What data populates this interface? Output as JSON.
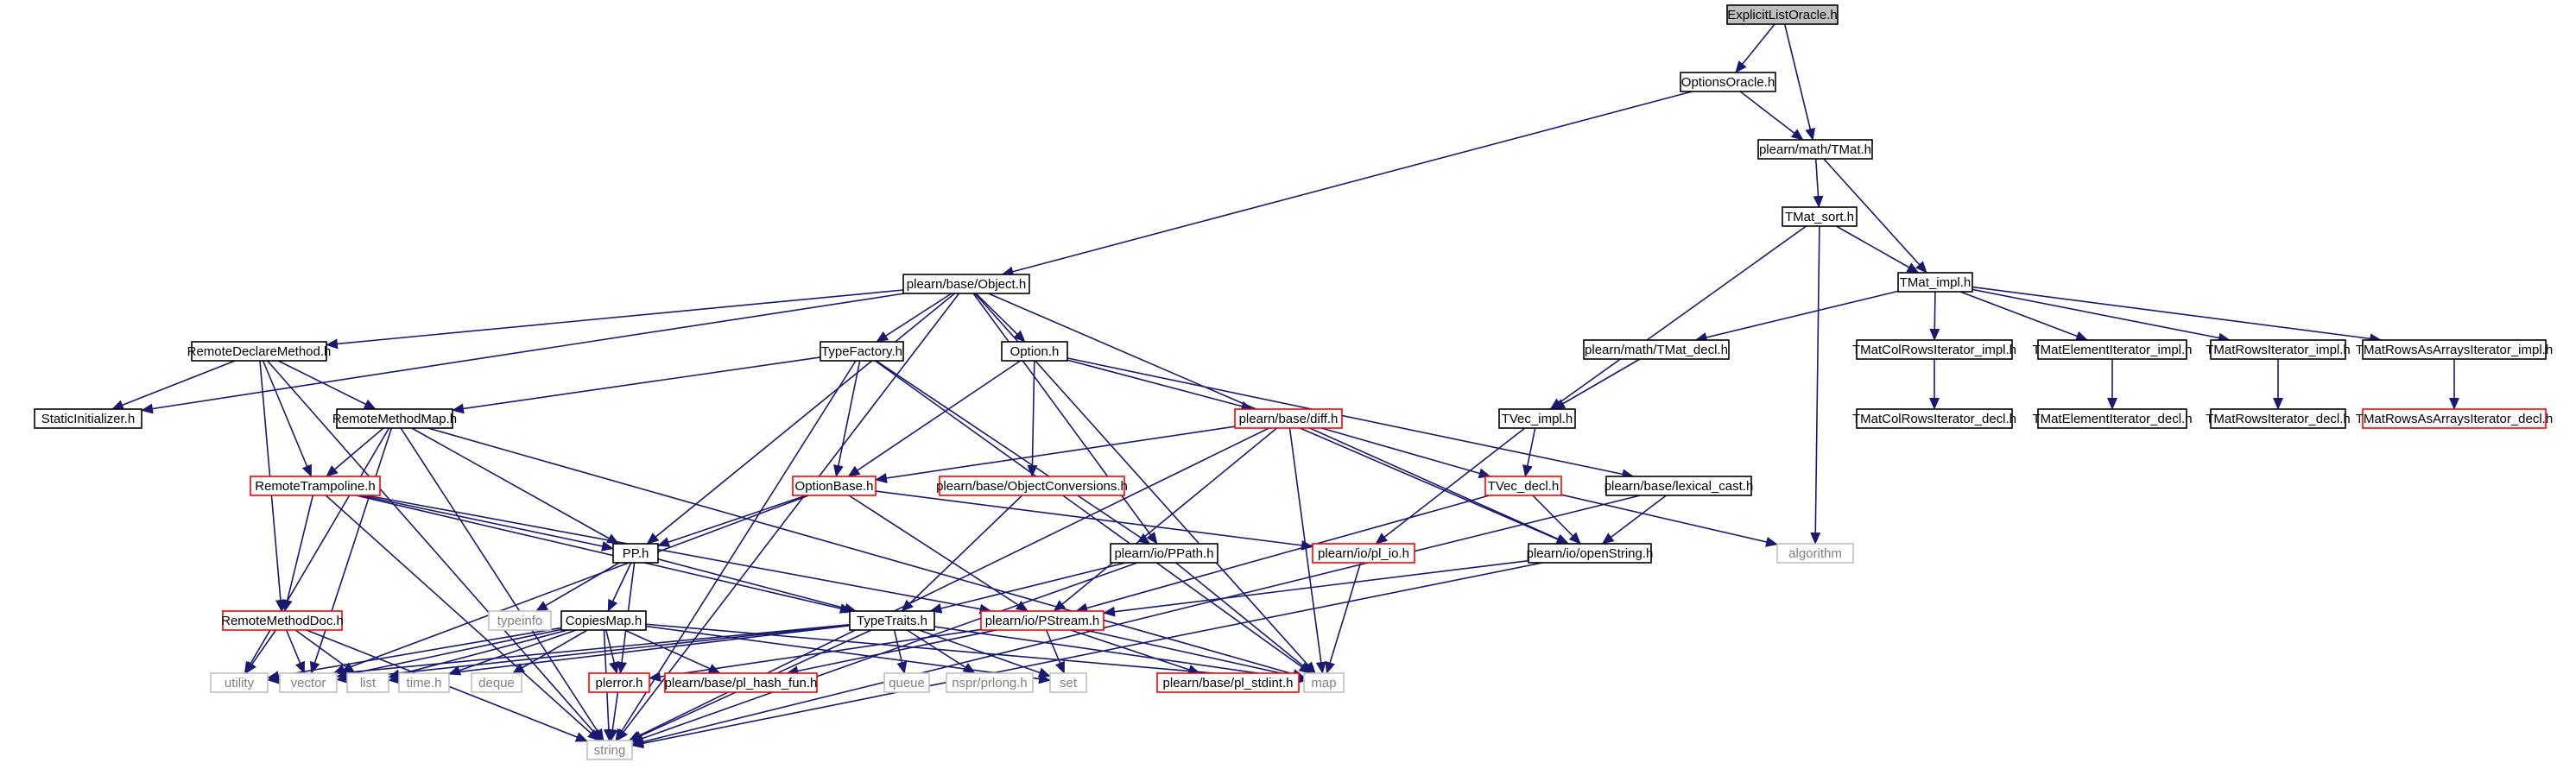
{
  "diagram": {
    "type": "include-dependency-graph",
    "colors": {
      "root_fill": "#bfbfbf",
      "normal_border": "#000000",
      "truncated_border": "#ff0000",
      "external_border": "#bfbfbf",
      "edge": "#191970",
      "text": "#000000",
      "external_text": "#808080"
    },
    "nodes": [
      {
        "id": "explicit",
        "label": "ExplicitListOracle.h",
        "kind": "root"
      },
      {
        "id": "optionsoracle",
        "label": "OptionsOracle.h",
        "kind": "normal"
      },
      {
        "id": "tmat",
        "label": "plearn/math/TMat.h",
        "kind": "normal"
      },
      {
        "id": "tmatsort",
        "label": "TMat_sort.h",
        "kind": "normal"
      },
      {
        "id": "tmatimpl",
        "label": "TMat_impl.h",
        "kind": "normal"
      },
      {
        "id": "object",
        "label": "plearn/base/Object.h",
        "kind": "normal"
      },
      {
        "id": "remotedeclare",
        "label": "RemoteDeclareMethod.h",
        "kind": "normal"
      },
      {
        "id": "typefactory",
        "label": "TypeFactory.h",
        "kind": "normal"
      },
      {
        "id": "option",
        "label": "Option.h",
        "kind": "normal"
      },
      {
        "id": "tmatdecl",
        "label": "plearn/math/TMat_decl.h",
        "kind": "normal"
      },
      {
        "id": "colimpl",
        "label": "TMatColRowsIterator_impl.h",
        "kind": "normal"
      },
      {
        "id": "elemimpl",
        "label": "TMatElementIterator_impl.h",
        "kind": "normal"
      },
      {
        "id": "rowsimpl",
        "label": "TMatRowsIterator_impl.h",
        "kind": "normal"
      },
      {
        "id": "arraysimpl",
        "label": "TMatRowsAsArraysIterator_impl.h",
        "kind": "normal"
      },
      {
        "id": "staticinit",
        "label": "StaticInitializer.h",
        "kind": "normal"
      },
      {
        "id": "remotemethodmap",
        "label": "RemoteMethodMap.h",
        "kind": "normal"
      },
      {
        "id": "diff",
        "label": "plearn/base/diff.h",
        "kind": "truncated"
      },
      {
        "id": "tvecimpl",
        "label": "TVec_impl.h",
        "kind": "normal"
      },
      {
        "id": "coldecl",
        "label": "TMatColRowsIterator_decl.h",
        "kind": "normal"
      },
      {
        "id": "elemdecl",
        "label": "TMatElementIterator_decl.h",
        "kind": "normal"
      },
      {
        "id": "rowsdecl",
        "label": "TMatRowsIterator_decl.h",
        "kind": "normal"
      },
      {
        "id": "arraysdecl",
        "label": "TMatRowsAsArraysIterator_decl.h",
        "kind": "truncated"
      },
      {
        "id": "trampoline",
        "label": "RemoteTrampoline.h",
        "kind": "truncated"
      },
      {
        "id": "optionbase",
        "label": "OptionBase.h",
        "kind": "truncated"
      },
      {
        "id": "objconv",
        "label": "plearn/base/ObjectConversions.h",
        "kind": "truncated"
      },
      {
        "id": "tvecdecl",
        "label": "TVec_decl.h",
        "kind": "truncated"
      },
      {
        "id": "lexicalcast",
        "label": "plearn/base/lexical_cast.h",
        "kind": "normal"
      },
      {
        "id": "ppath",
        "label": "plearn/io/PPath.h",
        "kind": "normal"
      },
      {
        "id": "plio",
        "label": "plearn/io/pl_io.h",
        "kind": "truncated"
      },
      {
        "id": "openstring",
        "label": "plearn/io/openString.h",
        "kind": "normal"
      },
      {
        "id": "algorithm",
        "label": "algorithm",
        "kind": "external"
      },
      {
        "id": "pph",
        "label": "PP.h",
        "kind": "normal"
      },
      {
        "id": "remotemethoddoc",
        "label": "RemoteMethodDoc.h",
        "kind": "truncated"
      },
      {
        "id": "typeinfo",
        "label": "typeinfo",
        "kind": "external"
      },
      {
        "id": "copiesmap",
        "label": "CopiesMap.h",
        "kind": "normal"
      },
      {
        "id": "typetraits",
        "label": "TypeTraits.h",
        "kind": "normal"
      },
      {
        "id": "pstream",
        "label": "plearn/io/PStream.h",
        "kind": "truncated"
      },
      {
        "id": "utility",
        "label": "utility",
        "kind": "external"
      },
      {
        "id": "vector",
        "label": "vector",
        "kind": "external"
      },
      {
        "id": "list",
        "label": "list",
        "kind": "external"
      },
      {
        "id": "timeh",
        "label": "time.h",
        "kind": "external"
      },
      {
        "id": "deque",
        "label": "deque",
        "kind": "external"
      },
      {
        "id": "plerror",
        "label": "plerror.h",
        "kind": "truncated"
      },
      {
        "id": "hashfun",
        "label": "plearn/base/pl_hash_fun.h",
        "kind": "truncated"
      },
      {
        "id": "queue",
        "label": "queue",
        "kind": "external"
      },
      {
        "id": "prlong",
        "label": "nspr/prlong.h",
        "kind": "external"
      },
      {
        "id": "set",
        "label": "set",
        "kind": "external"
      },
      {
        "id": "stdint",
        "label": "plearn/base/pl_stdint.h",
        "kind": "truncated"
      },
      {
        "id": "map",
        "label": "map",
        "kind": "external"
      },
      {
        "id": "string",
        "label": "string",
        "kind": "external"
      }
    ],
    "edges": [
      [
        "explicit",
        "optionsoracle"
      ],
      [
        "explicit",
        "tmat"
      ],
      [
        "optionsoracle",
        "tmat"
      ],
      [
        "optionsoracle",
        "object"
      ],
      [
        "tmat",
        "tmatsort"
      ],
      [
        "tmat",
        "tmatimpl"
      ],
      [
        "tmatsort",
        "tmatimpl"
      ],
      [
        "tmatsort",
        "tvecimpl"
      ],
      [
        "tmatsort",
        "algorithm"
      ],
      [
        "tmatimpl",
        "tmatdecl"
      ],
      [
        "tmatimpl",
        "colimpl"
      ],
      [
        "tmatimpl",
        "elemimpl"
      ],
      [
        "tmatimpl",
        "rowsimpl"
      ],
      [
        "tmatimpl",
        "arraysimpl"
      ],
      [
        "tmatdecl",
        "tvecimpl"
      ],
      [
        "colimpl",
        "coldecl"
      ],
      [
        "elemimpl",
        "elemdecl"
      ],
      [
        "rowsimpl",
        "rowsdecl"
      ],
      [
        "arraysimpl",
        "arraysdecl"
      ],
      [
        "tvecimpl",
        "tvecdecl"
      ],
      [
        "tvecimpl",
        "plio"
      ],
      [
        "object",
        "remotedeclare"
      ],
      [
        "object",
        "typefactory"
      ],
      [
        "object",
        "option"
      ],
      [
        "object",
        "staticinit"
      ],
      [
        "object",
        "pph"
      ],
      [
        "object",
        "ppath"
      ],
      [
        "object",
        "openstring"
      ],
      [
        "object",
        "string"
      ],
      [
        "object",
        "map"
      ],
      [
        "remotedeclare",
        "staticinit"
      ],
      [
        "remotedeclare",
        "remotemethodmap"
      ],
      [
        "remotedeclare",
        "trampoline"
      ],
      [
        "remotedeclare",
        "remotemethoddoc"
      ],
      [
        "remotedeclare",
        "string"
      ],
      [
        "typefactory",
        "remotemethodmap"
      ],
      [
        "typefactory",
        "optionbase"
      ],
      [
        "typefactory",
        "ppath"
      ],
      [
        "typefactory",
        "map"
      ],
      [
        "typefactory",
        "string"
      ],
      [
        "option",
        "optionbase"
      ],
      [
        "option",
        "objconv"
      ],
      [
        "option",
        "diff"
      ],
      [
        "option",
        "lexicalcast"
      ],
      [
        "remotemethodmap",
        "trampoline"
      ],
      [
        "remotemethodmap",
        "pph"
      ],
      [
        "remotemethodmap",
        "map"
      ],
      [
        "remotemethodmap",
        "string"
      ],
      [
        "remotemethodmap",
        "vector"
      ],
      [
        "remotemethodmap",
        "utility"
      ],
      [
        "diff",
        "optionbase"
      ],
      [
        "diff",
        "tvecdecl"
      ],
      [
        "diff",
        "openstring"
      ],
      [
        "diff",
        "pstream"
      ],
      [
        "diff",
        "map"
      ],
      [
        "diff",
        "string"
      ],
      [
        "trampoline",
        "remotemethoddoc"
      ],
      [
        "trampoline",
        "pph"
      ],
      [
        "trampoline",
        "typetraits"
      ],
      [
        "trampoline",
        "pstream"
      ],
      [
        "trampoline",
        "string"
      ],
      [
        "optionbase",
        "pph"
      ],
      [
        "optionbase",
        "plio"
      ],
      [
        "optionbase",
        "pstream"
      ],
      [
        "optionbase",
        "vector"
      ],
      [
        "objconv",
        "typetraits"
      ],
      [
        "tvecdecl",
        "openstring"
      ],
      [
        "tvecdecl",
        "pstream"
      ],
      [
        "tvecdecl",
        "algorithm"
      ],
      [
        "lexicalcast",
        "openstring"
      ],
      [
        "lexicalcast",
        "string"
      ],
      [
        "ppath",
        "typetraits"
      ],
      [
        "ppath",
        "map"
      ],
      [
        "ppath",
        "string"
      ],
      [
        "plio",
        "map"
      ],
      [
        "openstring",
        "pstream"
      ],
      [
        "openstring",
        "string"
      ],
      [
        "pph",
        "typeinfo"
      ],
      [
        "pph",
        "copiesmap"
      ],
      [
        "pph",
        "typetraits"
      ],
      [
        "pph",
        "plerror"
      ],
      [
        "remotemethoddoc",
        "utility"
      ],
      [
        "remotemethoddoc",
        "vector"
      ],
      [
        "remotemethoddoc",
        "list"
      ],
      [
        "remotemethoddoc",
        "string"
      ],
      [
        "copiesmap",
        "utility"
      ],
      [
        "copiesmap",
        "vector"
      ],
      [
        "copiesmap",
        "list"
      ],
      [
        "copiesmap",
        "timeh"
      ],
      [
        "copiesmap",
        "deque"
      ],
      [
        "copiesmap",
        "plerror"
      ],
      [
        "copiesmap",
        "hashfun"
      ],
      [
        "copiesmap",
        "map"
      ],
      [
        "copiesmap",
        "set"
      ],
      [
        "copiesmap",
        "string"
      ],
      [
        "typetraits",
        "utility"
      ],
      [
        "typetraits",
        "vector"
      ],
      [
        "typetraits",
        "list"
      ],
      [
        "typetraits",
        "queue"
      ],
      [
        "typetraits",
        "prlong"
      ],
      [
        "typetraits",
        "set"
      ],
      [
        "typetraits",
        "map"
      ],
      [
        "typetraits",
        "string"
      ],
      [
        "pstream",
        "plerror"
      ],
      [
        "pstream",
        "hashfun"
      ],
      [
        "pstream",
        "set"
      ],
      [
        "pstream",
        "stdint"
      ],
      [
        "pstream",
        "map"
      ],
      [
        "plerror",
        "string"
      ]
    ]
  }
}
